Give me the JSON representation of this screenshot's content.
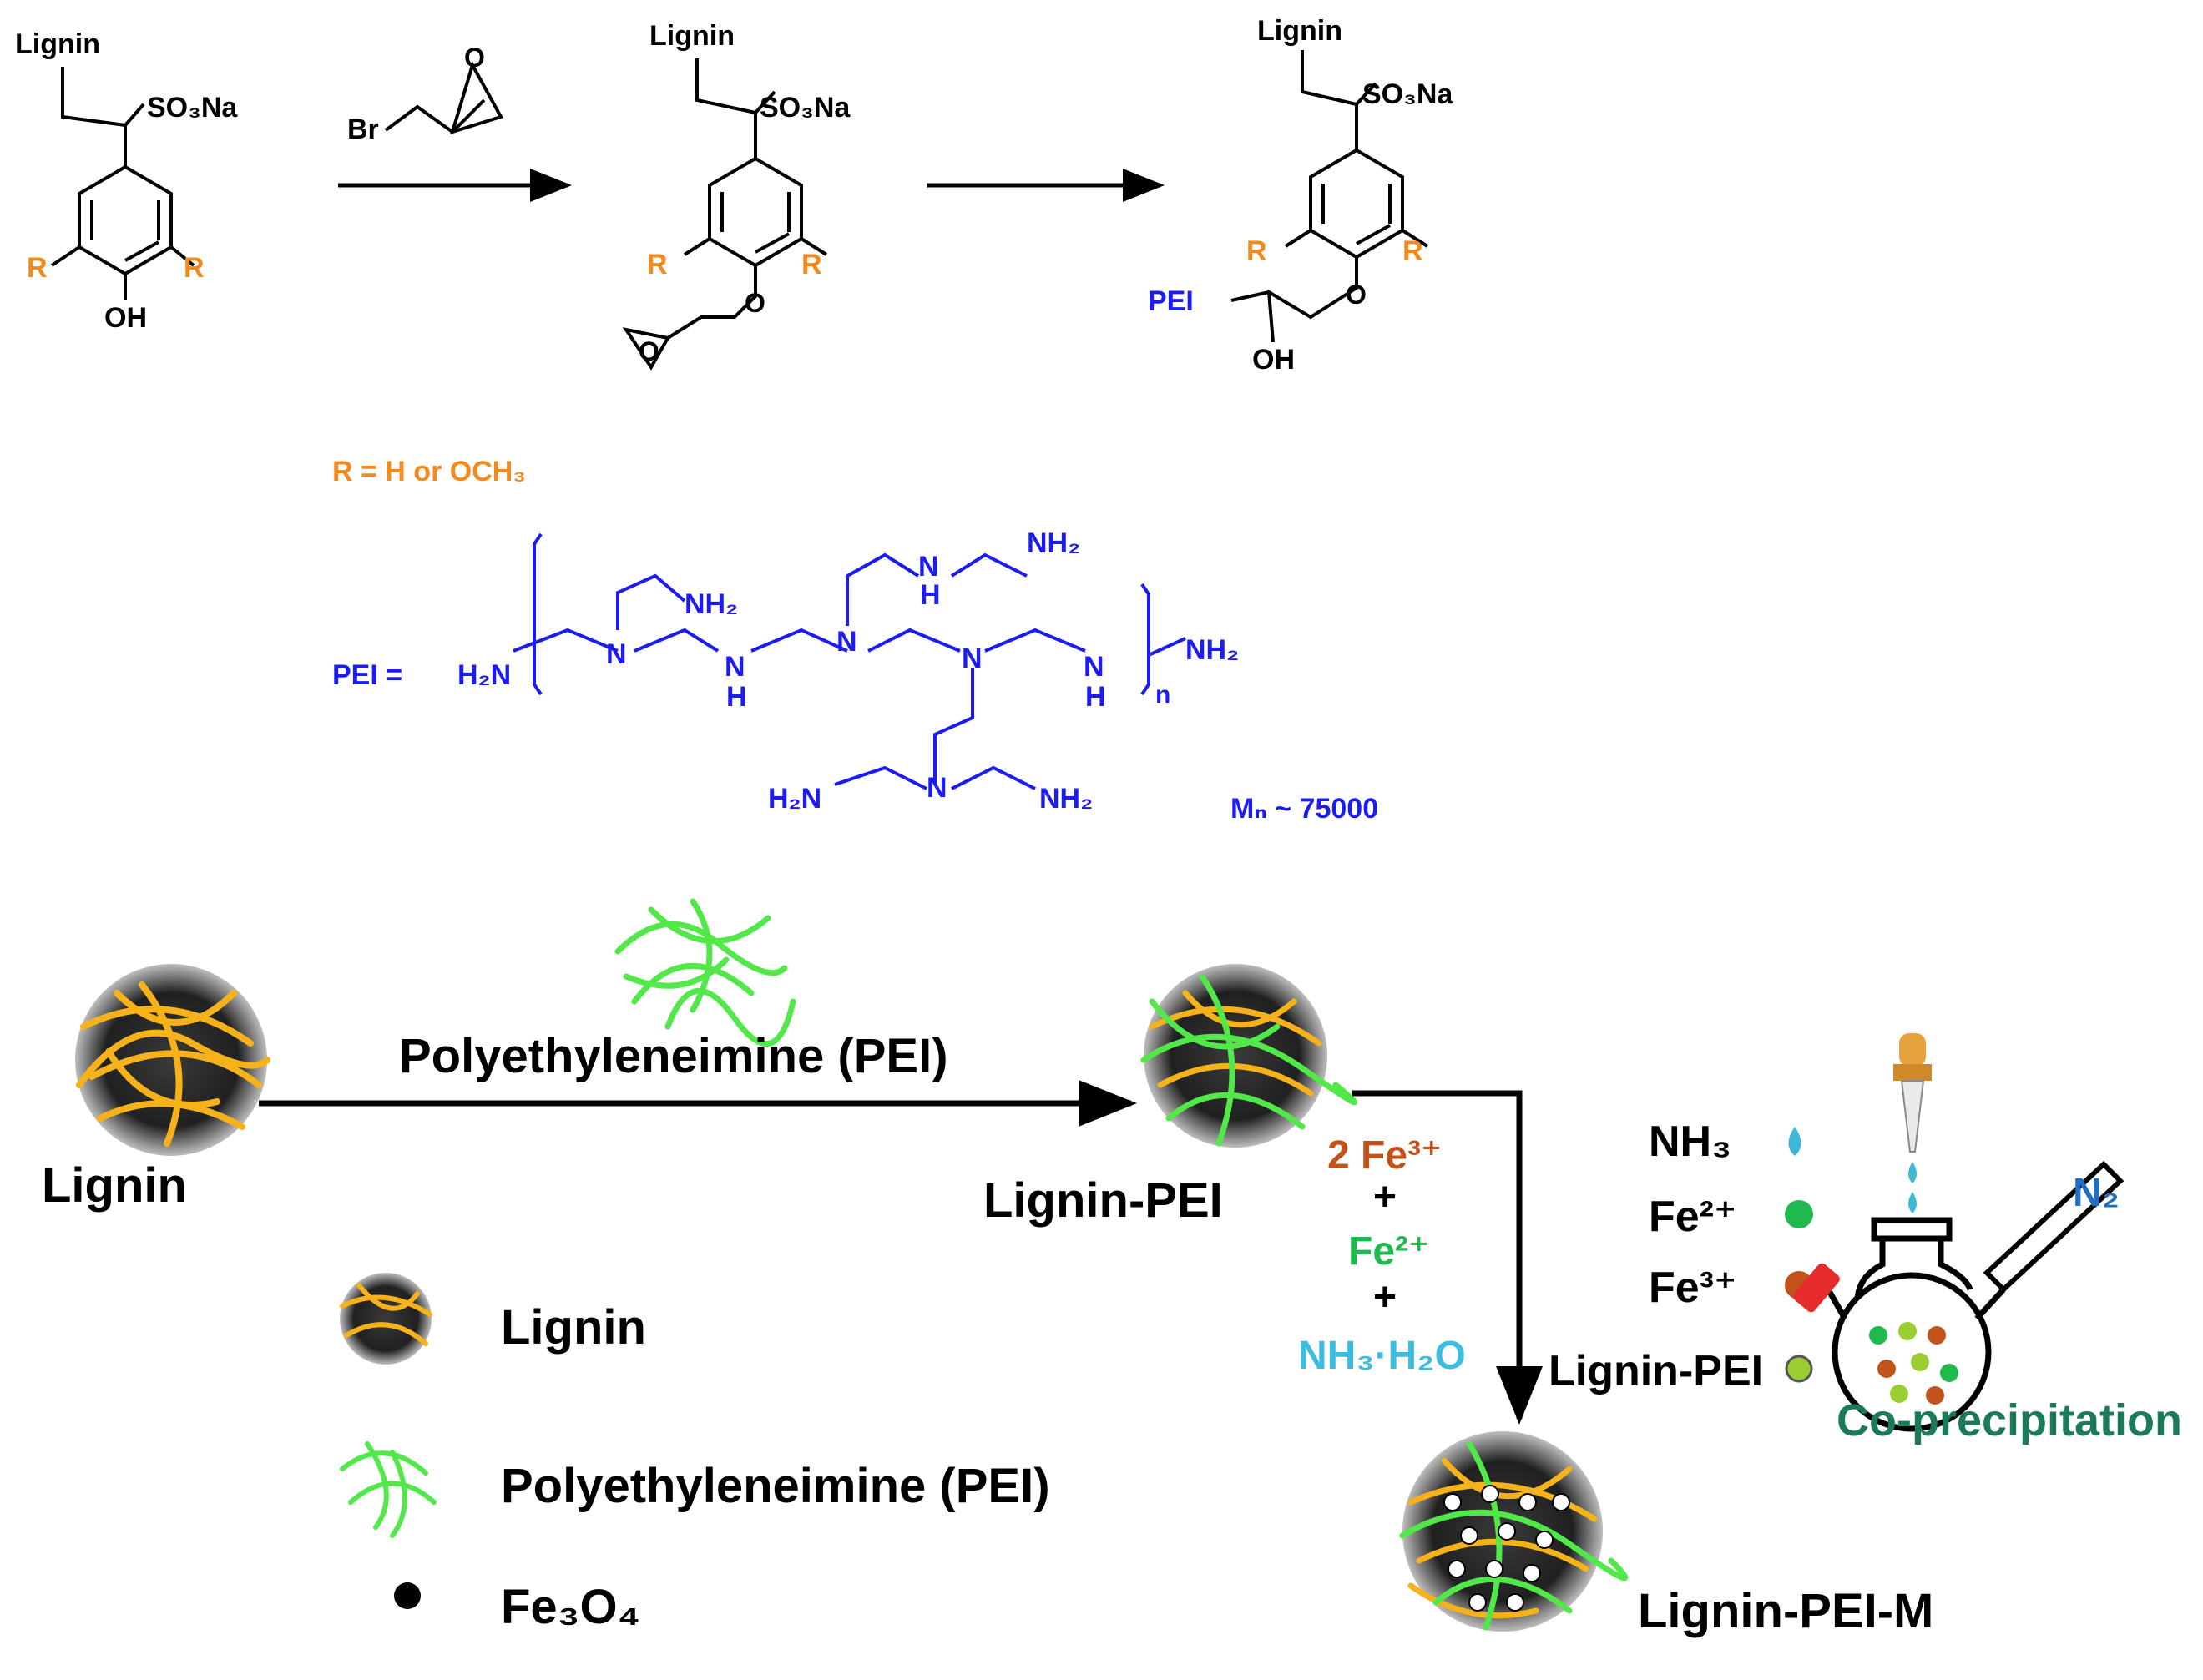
{
  "reaction": {
    "lignin_chain": "Lignin",
    "sulfonate": "SO₃Na",
    "r_sub": "R",
    "hydroxyl": "OH",
    "ether_o": "O",
    "reagent_br": "Br",
    "pei_label": "PEI",
    "r_definition": "R =  H or OCH₃",
    "colors": {
      "r_group": "#f28a1e",
      "pei_text": "#1c1cf0",
      "bonds": "#000000"
    }
  },
  "pei_structure": {
    "prefix": "PEI  =",
    "h2n": "H₂N",
    "nh2": "NH₂",
    "n": "N",
    "nh_n": "N",
    "nh_h": "H",
    "repeat_sub": "n",
    "mn": "Mₙ ~ 75000"
  },
  "process": {
    "arrow1_label": "Polyethyleneimine (PEI)",
    "lignin_label": "Lignin",
    "lignin_pei_label": "Lignin-PEI",
    "reagent_fe3": "2 Fe³⁺",
    "reagent_plus": "+",
    "reagent_fe2": "Fe²⁺",
    "reagent_nh3": "NH₃·H₂O",
    "product_label": "Lignin-PEI-M",
    "colors": {
      "fe3": "#c1531a",
      "fe2": "#1fb94d",
      "nh3": "#3dbddd",
      "lignin_fiber": "#f5b21a",
      "pei_fiber": "#52e84a"
    }
  },
  "legend": {
    "lignin": "Lignin",
    "pei": "Polyethyleneimine (PEI)",
    "fe3o4": "Fe₃O₄"
  },
  "coprecipitation": {
    "nh3": "NH₃",
    "fe2": "Fe²⁺",
    "fe3": "Fe³⁺",
    "lignin_pei": "Lignin-PEI",
    "n2": "N₂",
    "title": "Co-precipitation",
    "colors": {
      "title": "#1a7a5a",
      "n2": "#1e6fc4",
      "drop": "#3db8d8"
    }
  }
}
